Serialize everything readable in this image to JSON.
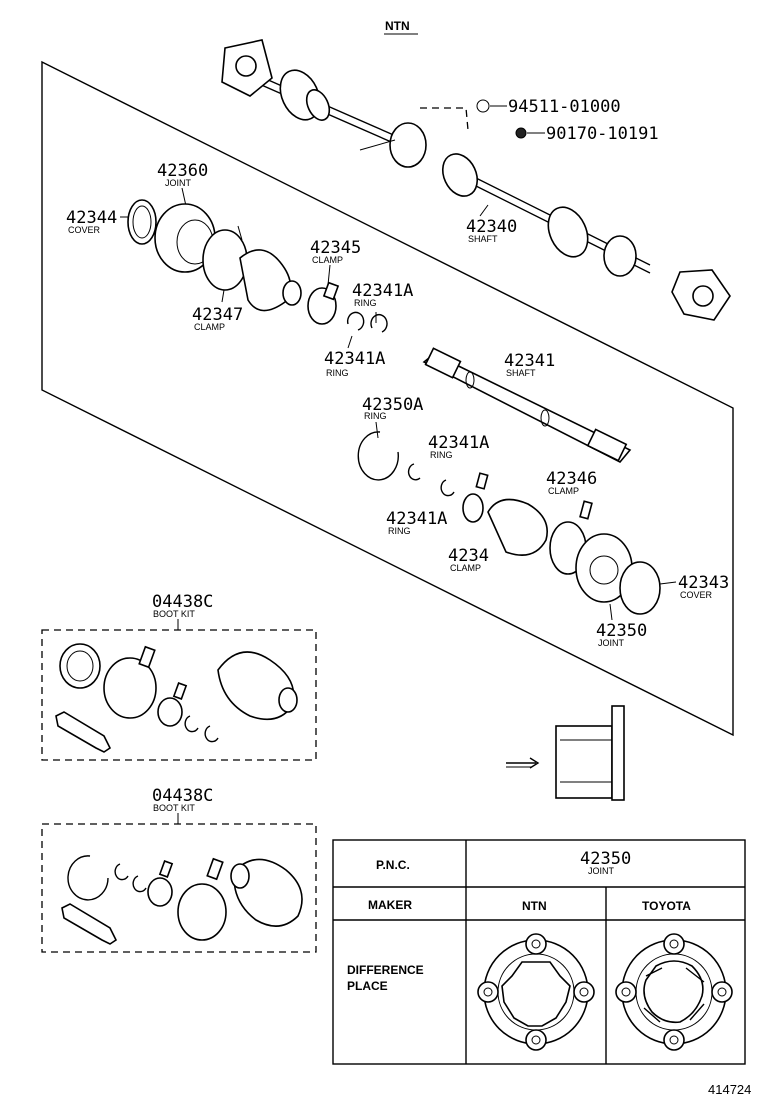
{
  "header": {
    "maker_label": "NTN"
  },
  "labels": {
    "p94511": "94511-01000",
    "p90170": "90170-10191",
    "p42360": {
      "number": "42360",
      "name": "JOINT"
    },
    "p42344": {
      "number": "42344",
      "name": "COVER"
    },
    "p42345": {
      "number": "42345",
      "name": "CLAMP"
    },
    "p42341A_top": {
      "number": "42341A",
      "name": "RING"
    },
    "p42340": {
      "number": "42340",
      "name": "SHAFT"
    },
    "p42347": {
      "number": "42347",
      "name": "CLAMP"
    },
    "p42341A_mid": {
      "number": "42341A",
      "name": "RING"
    },
    "p42341": {
      "number": "42341",
      "name": "SHAFT"
    },
    "p42350A": {
      "number": "42350A",
      "name": "RING"
    },
    "p42341A_r": {
      "number": "42341A",
      "name": "RING"
    },
    "p42346": {
      "number": "42346",
      "name": "CLAMP"
    },
    "p42341A_l": {
      "number": "42341A",
      "name": "RING"
    },
    "p4234x": {
      "number": "4234",
      "name": "CLAMP"
    },
    "p42343": {
      "number": "42343",
      "name": "COVER"
    },
    "p42350": {
      "number": "42350",
      "name": "JOINT"
    },
    "kit1": {
      "number": "04438C",
      "name": "BOOT KIT"
    },
    "kit2": {
      "number": "04438C",
      "name": "BOOT KIT"
    }
  },
  "table": {
    "pnc_label": "P.N.C.",
    "pnc_value": "42350",
    "pnc_name": "JOINT",
    "maker_label": "MAKER",
    "col_ntn": "NTN",
    "col_toyota": "TOYOTA",
    "diff_line1": "DIFFERENCE",
    "diff_line2": "PLACE"
  },
  "footer": {
    "figure_number": "414724"
  }
}
